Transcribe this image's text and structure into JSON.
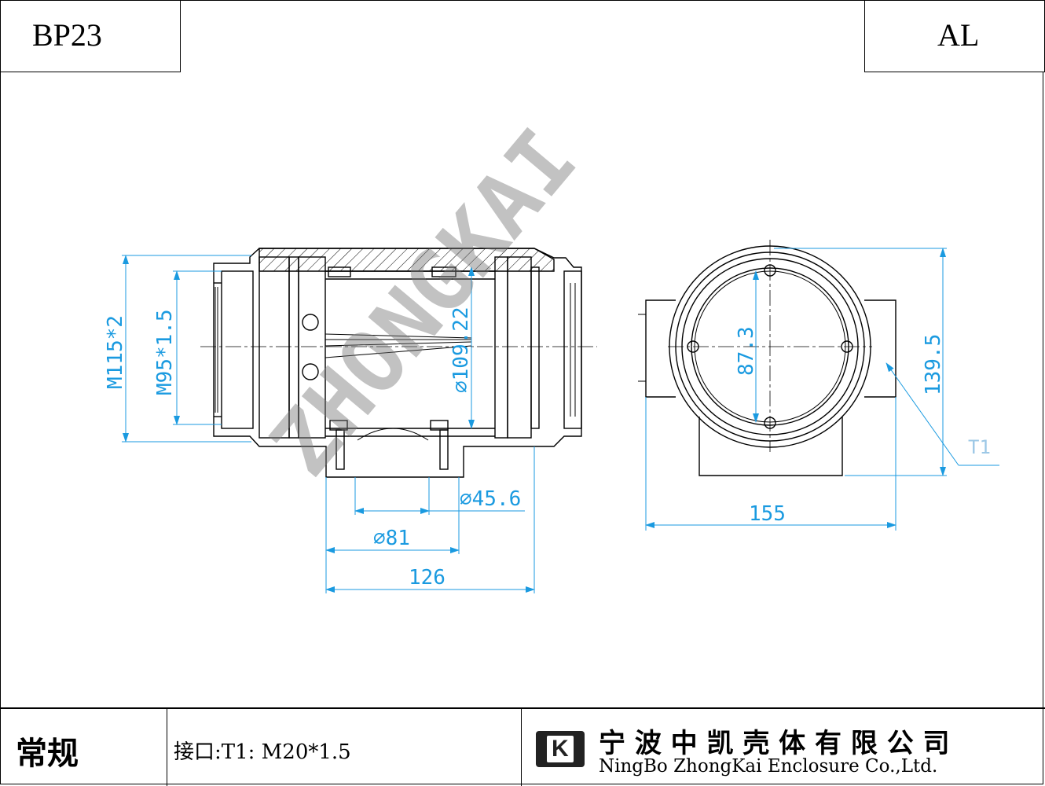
{
  "header": {
    "model": "BP23",
    "material": "AL"
  },
  "watermark": "ZHONGKAI",
  "dimensions": {
    "thread_outer": "M115*2",
    "thread_inner": "M95*1.5",
    "bore_diameter": "⌀109.22",
    "hole_small": "⌀45.6",
    "hole_large": "⌀81",
    "length": "126",
    "inner_height": "87.3",
    "total_height": "139.5",
    "width": "155",
    "entry_label": "T1"
  },
  "footer": {
    "type": "常规",
    "interface": "接口:T1: M20*1.5",
    "company_cn": "宁 波 中 凯 壳 体 有 限 公 司",
    "company_en": "NingBo ZhongKai Enclosure Co.,Ltd.",
    "logo_letter": "K"
  }
}
